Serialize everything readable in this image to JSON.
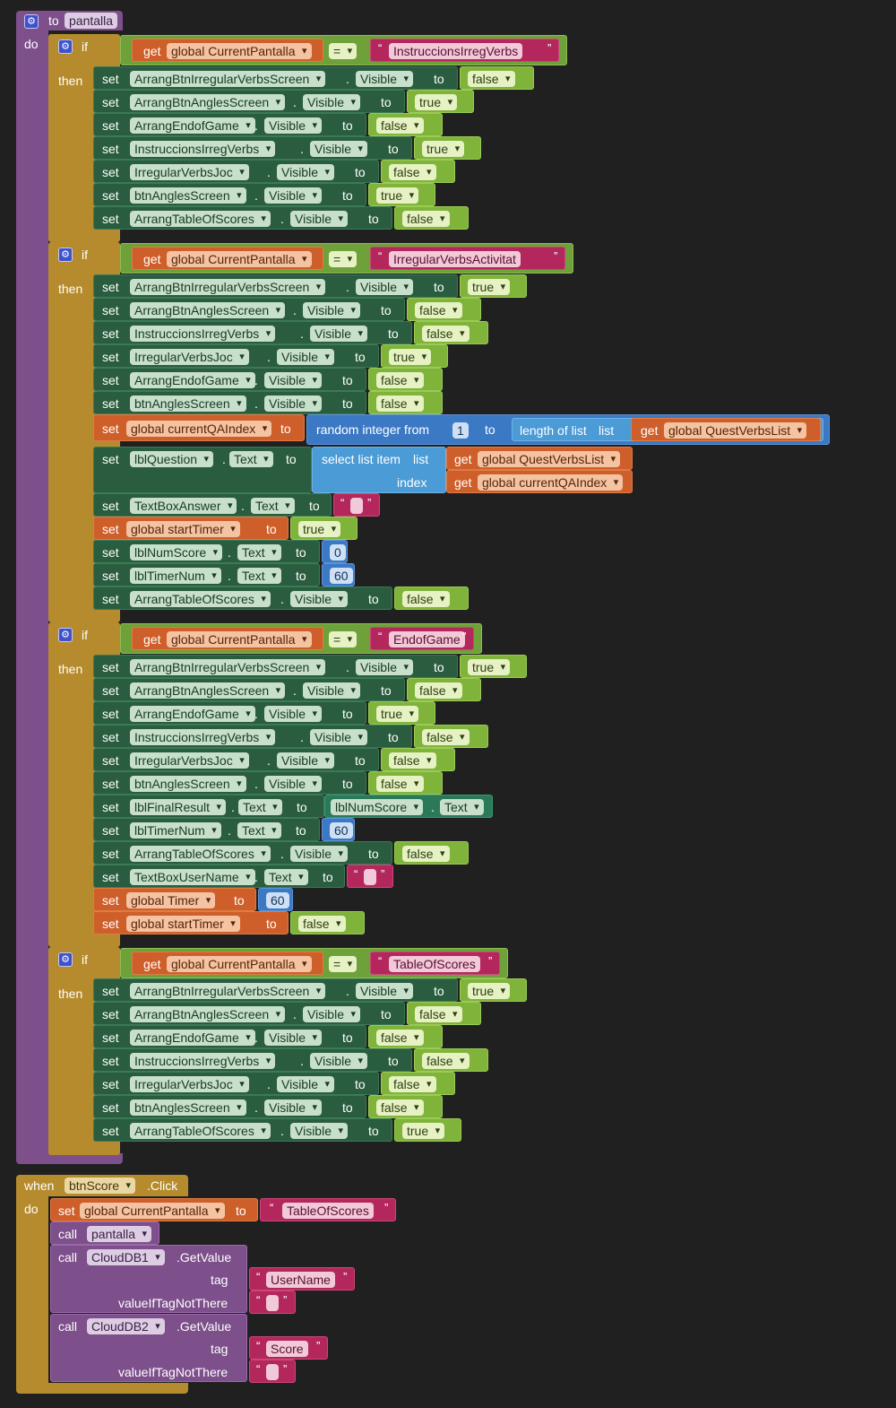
{
  "procedure": {
    "to_kw": "to",
    "name": "pantalla",
    "do_kw": "do"
  },
  "keywords": {
    "if": "if",
    "then": "then",
    "set": "set",
    "to": "to",
    "get": "get",
    "eq": "=",
    "call": "call",
    "when": "when",
    "do": "do",
    "dot": "."
  },
  "ifblocks": [
    {
      "var": "global CurrentPantalla",
      "value": "InstruccionsIrregVerbs"
    },
    {
      "var": "global CurrentPantalla",
      "value": "IrregularVerbsActivitat"
    },
    {
      "var": "global CurrentPantalla",
      "value": "EndofGame"
    },
    {
      "var": "global CurrentPantalla",
      "value": "TableOfScores"
    }
  ],
  "if1_rows": [
    {
      "component": "ArrangBtnIrregularVerbsScreen",
      "prop": "Visible",
      "value": "false"
    },
    {
      "component": "ArrangBtnAnglesScreen",
      "prop": "Visible",
      "value": "true"
    },
    {
      "component": "ArrangEndofGame",
      "prop": "Visible",
      "value": "false"
    },
    {
      "component": "InstruccionsIrregVerbs",
      "prop": "Visible",
      "value": "true"
    },
    {
      "component": "IrregularVerbsJoc",
      "prop": "Visible",
      "value": "false"
    },
    {
      "component": "btnAnglesScreen",
      "prop": "Visible",
      "value": "true"
    },
    {
      "component": "ArrangTableOfScores",
      "prop": "Visible",
      "value": "false"
    }
  ],
  "if2_rows": [
    {
      "component": "ArrangBtnIrregularVerbsScreen",
      "prop": "Visible",
      "value": "true"
    },
    {
      "component": "ArrangBtnAnglesScreen",
      "prop": "Visible",
      "value": "false"
    },
    {
      "component": "InstruccionsIrregVerbs",
      "prop": "Visible",
      "value": "false"
    },
    {
      "component": "IrregularVerbsJoc",
      "prop": "Visible",
      "value": "true"
    },
    {
      "component": "ArrangEndofGame",
      "prop": "Visible",
      "value": "false"
    },
    {
      "component": "btnAnglesScreen",
      "prop": "Visible",
      "value": "false"
    }
  ],
  "if2_extra": {
    "set_qa": {
      "var": "global currentQAIndex",
      "random_label": "random integer from",
      "from": "1",
      "to_kw": "to",
      "length_label": "length of list",
      "list_kw": "list",
      "list_var": "global QuestVerbsList"
    },
    "set_question": {
      "component": "lblQuestion",
      "prop": "Text",
      "select_label": "select list item",
      "list_kw": "list",
      "index_kw": "index",
      "list_var": "global QuestVerbsList",
      "index_var": "global currentQAIndex"
    },
    "set_answer": {
      "component": "TextBoxAnswer",
      "prop": "Text"
    },
    "set_start": {
      "var": "global startTimer",
      "value": "true"
    },
    "set_score": {
      "component": "lblNumScore",
      "prop": "Text",
      "value": "0"
    },
    "set_timer": {
      "component": "lblTimerNum",
      "prop": "Text",
      "value": "60"
    },
    "set_table": {
      "component": "ArrangTableOfScores",
      "prop": "Visible",
      "value": "false"
    }
  },
  "if3_rows": [
    {
      "component": "ArrangBtnIrregularVerbsScreen",
      "prop": "Visible",
      "value": "true"
    },
    {
      "component": "ArrangBtnAnglesScreen",
      "prop": "Visible",
      "value": "false"
    },
    {
      "component": "ArrangEndofGame",
      "prop": "Visible",
      "value": "true"
    },
    {
      "component": "InstruccionsIrregVerbs",
      "prop": "Visible",
      "value": "false"
    },
    {
      "component": "IrregularVerbsJoc",
      "prop": "Visible",
      "value": "false"
    },
    {
      "component": "btnAnglesScreen",
      "prop": "Visible",
      "value": "false"
    }
  ],
  "if3_extra": {
    "set_final": {
      "component": "lblFinalResult",
      "prop": "Text",
      "src_component": "lblNumScore",
      "src_prop": "Text"
    },
    "set_timer": {
      "component": "lblTimerNum",
      "prop": "Text",
      "value": "60"
    },
    "set_table": {
      "component": "ArrangTableOfScores",
      "prop": "Visible",
      "value": "false"
    },
    "set_user": {
      "component": "TextBoxUserName",
      "prop": "Text"
    },
    "set_gtimer": {
      "var": "global Timer",
      "value": "60"
    },
    "set_start": {
      "var": "global startTimer",
      "value": "false"
    }
  },
  "if4_rows": [
    {
      "component": "ArrangBtnIrregularVerbsScreen",
      "prop": "Visible",
      "value": "true"
    },
    {
      "component": "ArrangBtnAnglesScreen",
      "prop": "Visible",
      "value": "false"
    },
    {
      "component": "ArrangEndofGame",
      "prop": "Visible",
      "value": "false"
    },
    {
      "component": "InstruccionsIrregVerbs",
      "prop": "Visible",
      "value": "false"
    },
    {
      "component": "IrregularVerbsJoc",
      "prop": "Visible",
      "value": "false"
    },
    {
      "component": "btnAnglesScreen",
      "prop": "Visible",
      "value": "false"
    },
    {
      "component": "ArrangTableOfScores",
      "prop": "Visible",
      "value": "true"
    }
  ],
  "event": {
    "component": "btnScore",
    "event": ".Click",
    "set_var": "global CurrentPantalla",
    "set_value": "TableOfScores",
    "call_proc": "pantalla",
    "calls": [
      {
        "component": "CloudDB1",
        "method": ".GetValue",
        "tag_label": "tag",
        "tag": "UserName",
        "default_label": "valueIfTagNotThere"
      },
      {
        "component": "CloudDB2",
        "method": ".GetValue",
        "tag_label": "tag",
        "tag": "Score",
        "default_label": "valueIfTagNotThere"
      }
    ]
  }
}
